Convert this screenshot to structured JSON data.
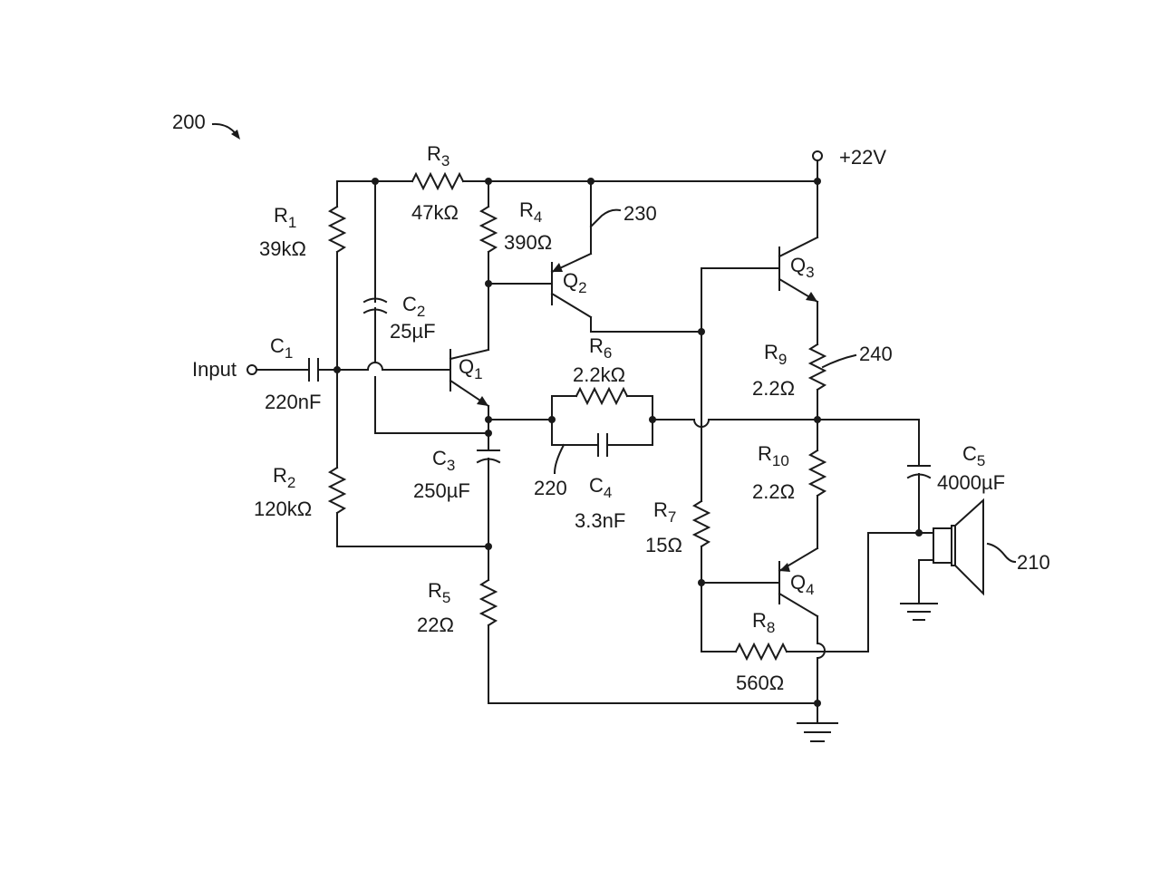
{
  "figure_ref": "200",
  "supply": "+22V",
  "input_label": "Input",
  "components": {
    "R1": {
      "name": "R",
      "sub": "1",
      "value": "39kΩ"
    },
    "R2": {
      "name": "R",
      "sub": "2",
      "value": "120kΩ"
    },
    "R3": {
      "name": "R",
      "sub": "3",
      "value": "47kΩ"
    },
    "R4": {
      "name": "R",
      "sub": "4",
      "value": "390Ω"
    },
    "R5": {
      "name": "R",
      "sub": "5",
      "value": "22Ω"
    },
    "R6": {
      "name": "R",
      "sub": "6",
      "value": "2.2kΩ"
    },
    "R7": {
      "name": "R",
      "sub": "7",
      "value": "15Ω"
    },
    "R8": {
      "name": "R",
      "sub": "8",
      "value": "560Ω"
    },
    "R9": {
      "name": "R",
      "sub": "9",
      "value": "2.2Ω"
    },
    "R10": {
      "name": "R",
      "sub": "10",
      "value": "2.2Ω"
    },
    "C1": {
      "name": "C",
      "sub": "1",
      "value": "220nF"
    },
    "C2": {
      "name": "C",
      "sub": "2",
      "value": "25µF"
    },
    "C3": {
      "name": "C",
      "sub": "3",
      "value": "250µF"
    },
    "C4": {
      "name": "C",
      "sub": "4",
      "value": "3.3nF"
    },
    "C5": {
      "name": "C",
      "sub": "5",
      "value": "4000µF"
    },
    "Q1": {
      "name": "Q",
      "sub": "1"
    },
    "Q2": {
      "name": "Q",
      "sub": "2"
    },
    "Q3": {
      "name": "Q",
      "sub": "3"
    },
    "Q4": {
      "name": "Q",
      "sub": "4"
    }
  },
  "refs": {
    "r210": "210",
    "r220": "220",
    "r230": "230",
    "r240": "240"
  }
}
